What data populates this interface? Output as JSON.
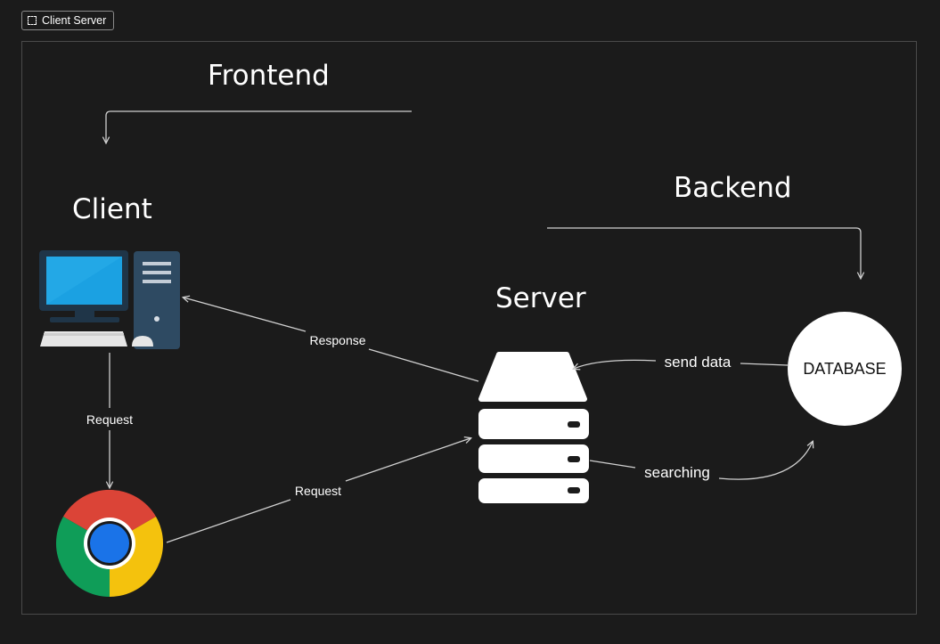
{
  "frame": {
    "title": "Client Server"
  },
  "labels": {
    "frontend": "Frontend",
    "backend": "Backend",
    "client": "Client",
    "server": "Server",
    "database": "DATABASE"
  },
  "edges": {
    "response": "Response",
    "request_down": "Request",
    "request_browser": "Request",
    "send_data": "send data",
    "searching": "searching"
  },
  "colors": {
    "background": "#1b1b1b",
    "stroke": "#d0d0d0",
    "monitor_screen": "#1ba1e2",
    "tower": "#2e4a62",
    "chrome_red": "#db4437",
    "chrome_green": "#0f9d58",
    "chrome_yellow": "#f4c20d",
    "chrome_blue": "#4285f4"
  },
  "icons": [
    "desktop-computer-icon",
    "chrome-browser-icon",
    "server-rack-icon",
    "database-circle"
  ]
}
